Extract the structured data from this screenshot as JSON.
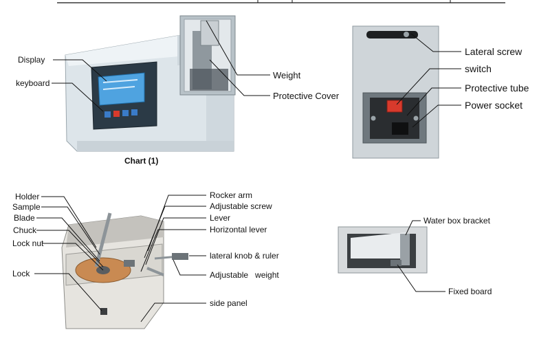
{
  "figure1": {
    "display": "Display",
    "keyboard": "keyboard",
    "weight": "Weight",
    "protective_cover": "Protective Cover",
    "caption": "Chart (1)"
  },
  "figure2": {
    "lateral_screw": "Lateral screw",
    "switch": "switch",
    "protective_tube": "Protective tube",
    "power_socket": "Power socket"
  },
  "figure3": {
    "holder": "Holder",
    "sample": "Sample",
    "blade": "Blade",
    "chuck": "Chuck",
    "lock_nut": "Lock nut",
    "lock": "Lock",
    "rocker_arm": "Rocker arm",
    "adjustable_screw": "Adjustable screw",
    "lever": "Lever",
    "horizontal_lever": "Horizontal lever",
    "lateral_knob_ruler": "lateral knob & ruler",
    "adjustable_weight": "Adjustable   weight",
    "side_panel": "side panel"
  },
  "figure4": {
    "water_box_bracket": "Water box bracket",
    "fixed_board": "Fixed board"
  },
  "colors": {
    "machine_body": "#dfe6ea",
    "panel": "#2b3a46",
    "screen": "#4fa3e0",
    "switch_red": "#d83a2c",
    "blade_disc": "#c98a52"
  }
}
